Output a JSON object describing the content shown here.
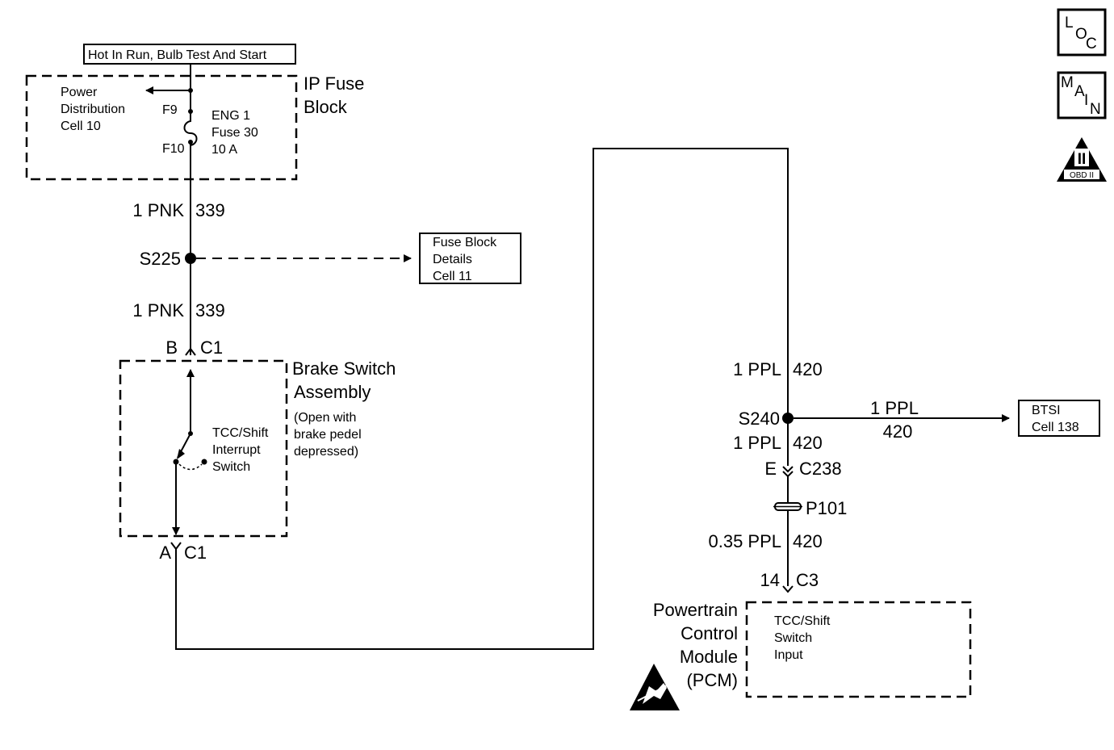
{
  "power": {
    "hot_label": "Hot In Run, Bulb Test And Start",
    "power_dist": [
      "Power",
      "Distribution",
      "Cell 10"
    ],
    "f9": "F9",
    "f10": "F10",
    "fuse": [
      "ENG 1",
      "Fuse 30",
      "10 A"
    ],
    "fuse_block": [
      "IP Fuse",
      "Block"
    ]
  },
  "wire_left": {
    "gauge_color_1": "1 PNK",
    "circuit_1": "339",
    "splice": "S225",
    "gauge_color_2": "1 PNK",
    "circuit_2": "339",
    "fuse_details": [
      "Fuse Block",
      "Details",
      "Cell 11"
    ]
  },
  "brake_switch": {
    "pin_top": "B",
    "conn_top": "C1",
    "title": [
      "Brake Switch",
      "Assembly"
    ],
    "note": [
      "(Open with",
      "brake pedel",
      "depressed)"
    ],
    "switch": [
      "TCC/Shift",
      "Interrupt",
      "Switch"
    ],
    "pin_bottom": "A",
    "conn_bottom": "C1"
  },
  "wire_right": {
    "gauge_color_1": "1 PPL",
    "circuit_1": "420",
    "splice": "S240",
    "branch_gauge": "1 PPL",
    "branch_circuit": "420",
    "btsi": [
      "BTSI",
      "Cell 138"
    ],
    "gauge_color_2": "1 PPL",
    "circuit_2": "420",
    "pin_c238": "E",
    "conn_c238": "C238",
    "p101": "P101",
    "gauge_color_3": "0.35 PPL",
    "circuit_3": "420",
    "pin_c3": "14",
    "conn_c3": "C3"
  },
  "pcm": {
    "title": [
      "Powertrain",
      "Control",
      "Module",
      "(PCM)"
    ],
    "input": [
      "TCC/Shift",
      "Switch",
      "Input"
    ]
  },
  "icons": {
    "loc": [
      "L",
      "O",
      "C"
    ],
    "main": [
      "M",
      "A",
      "I",
      "N"
    ],
    "obd_numeral": "II",
    "obd_label": "OBD II"
  }
}
